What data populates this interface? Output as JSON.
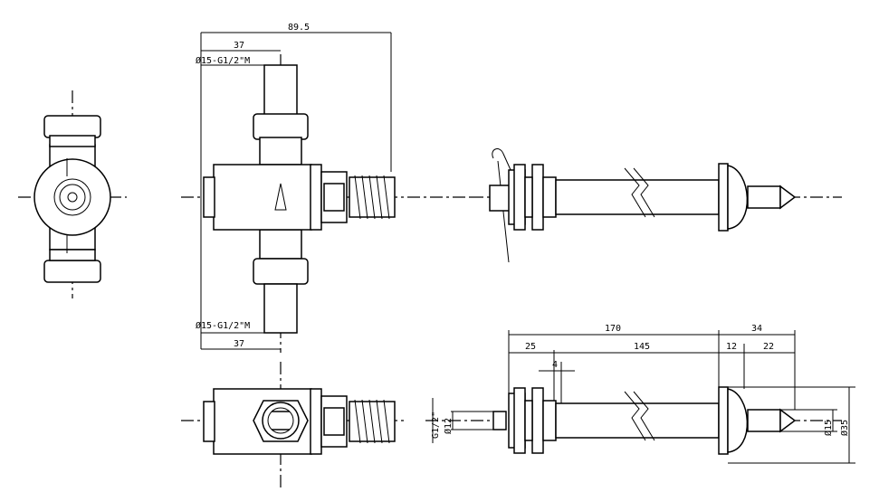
{
  "drawing": {
    "top_view": {
      "overall_width": "89.5",
      "half_width_top": "37",
      "half_width_bottom": "37",
      "connection_top": "Ø15-G1/2\"M",
      "connection_bottom": "Ø15-G1/2\"M"
    },
    "side_view": {
      "length_total": "170",
      "length_body": "145",
      "length_thread": "25",
      "gap": "4",
      "head_width": "34",
      "head_a": "12",
      "head_b": "22",
      "thread_size": "G1/2\"",
      "pipe_dia": "Ø12",
      "tip_dia": "Ø15",
      "head_dia": "Ø35"
    }
  }
}
